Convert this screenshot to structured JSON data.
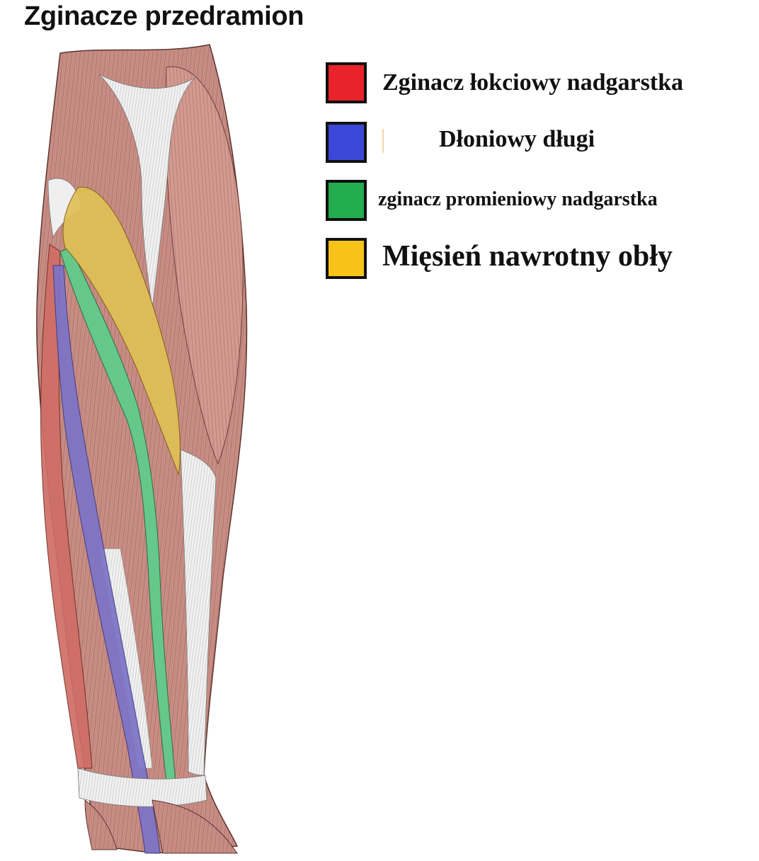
{
  "title": "Zginacze przedramion",
  "legend": {
    "items": [
      {
        "label": "Zginacz łokciowy nadgarstka",
        "color": "#e8242a"
      },
      {
        "label": "Dłoniowy długi",
        "color": "#3b47d6"
      },
      {
        "label": "zginacz promieniowy nadgarstka",
        "color": "#23ad4f"
      },
      {
        "label": "Mięsień nawrotny obły",
        "color": "#f7c318"
      }
    ]
  },
  "illustration": {
    "subject": "forearm flexor muscles, anterior view",
    "colors": {
      "muscle": "#c98f86",
      "muscle_dark": "#8a4f48",
      "tendon": "#eeeeee",
      "ulnar_flexor": "#d06e66",
      "palmaris_longus": "#7c73c7",
      "radial_flexor": "#5fcd8c",
      "pronator_teres": "#e0c057"
    }
  }
}
